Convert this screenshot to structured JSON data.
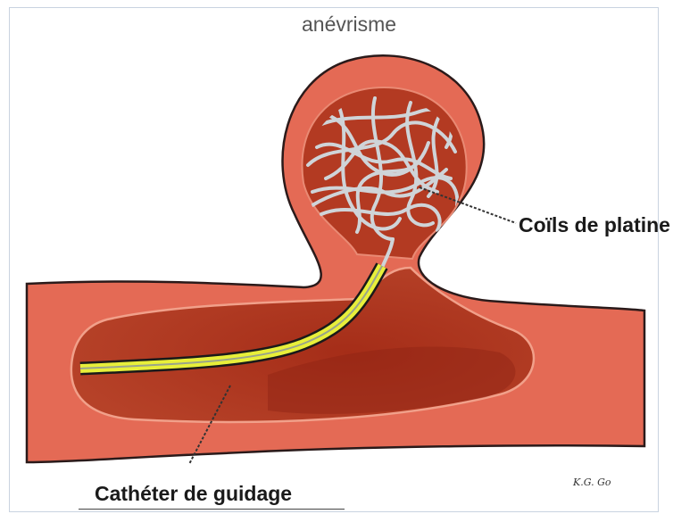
{
  "labels": {
    "title": "anévrisme",
    "coils": "Coïls de platine",
    "catheter": "Cathéter de guidage"
  },
  "signature": "K.G. Go",
  "colors": {
    "vessel_wall": "#e46a55",
    "vessel_outline": "#2a1a1a",
    "lumen": "#b0361f",
    "lumen_dark": "#8e2414",
    "coil": "#cfd4d8",
    "catheter": "#e8ef3a",
    "leader_line": "#333333"
  }
}
